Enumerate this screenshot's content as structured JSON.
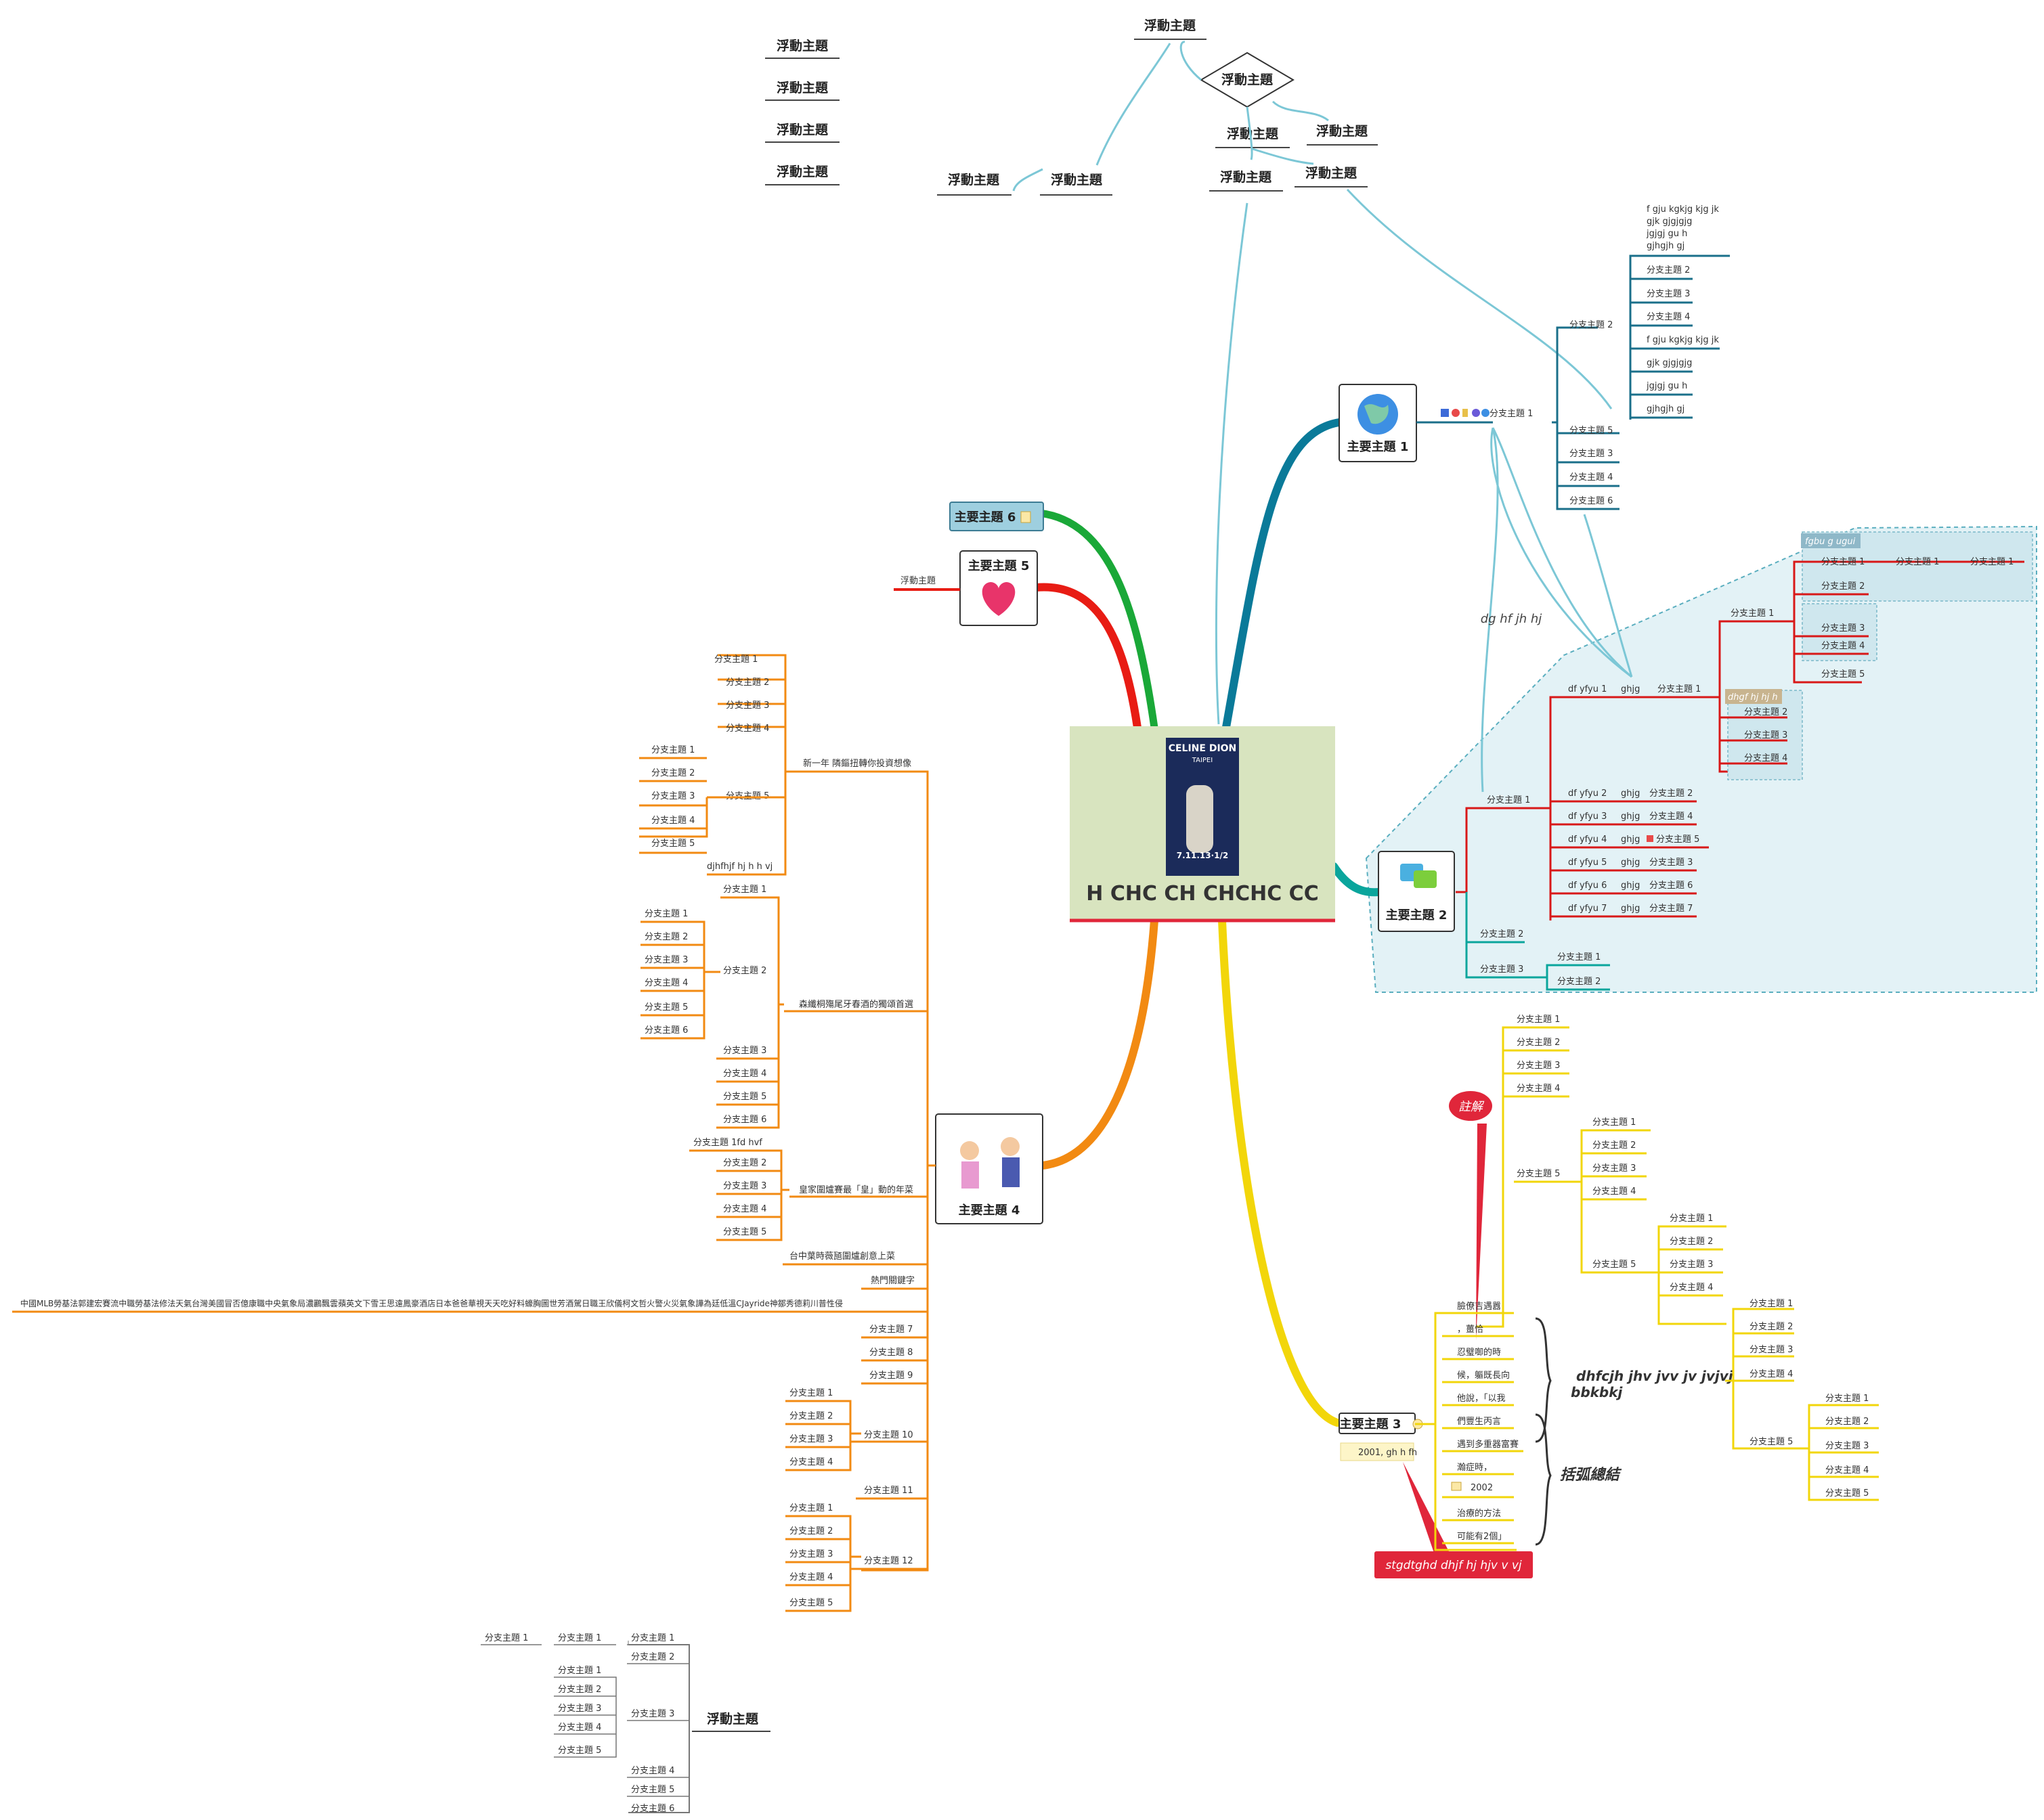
{
  "central": {
    "title": "H CHC CH CHCHC CC",
    "poster_lines": [
      "CELINE DION",
      "TAIPEI",
      "7.11.13·1/2"
    ]
  },
  "main_topics": {
    "t1": "主要主題 1",
    "t2": "主要主題 2",
    "t3": "主要主題 3",
    "t4": "主要主題 4",
    "t5": "主要主題 5",
    "t6": "主要主題 6"
  },
  "floating": {
    "label": "浮動主題",
    "top_list": [
      "浮動主題",
      "浮動主題",
      "浮動主題",
      "浮動主題"
    ],
    "diamond": "浮動主題",
    "left_of_t5": "浮動主題",
    "bottom_root": "浮動主題"
  },
  "sub": {
    "n1": "分支主題 1",
    "n2": "分支主題 2",
    "n3": "分支主題 3",
    "n4": "分支主題 4",
    "n5": "分支主題 5",
    "n6": "分支主題 6",
    "n7": "分支主題 7",
    "n8": "分支主題 8",
    "n9": "分支主題 9",
    "n10": "分支主題 10",
    "n11": "分支主題 11",
    "n12": "分支主題 12"
  },
  "t1": {
    "multiline": [
      "f  gju kgkjg kjg jk",
      "gjk gjgjgjg",
      "jgjgj gu h",
      "gjhgjh gj"
    ],
    "list2": [
      "f  gju kgkjg kjg jk",
      "gjk gjgjgjg",
      "jgjgj gu h",
      "gjhgjh gj"
    ],
    "relation_label": "dg  hf jh hj"
  },
  "t2": {
    "rows": [
      "df yfyu 1",
      "df yfyu 2",
      "df yfyu 3",
      "df yfyu 4",
      "df yfyu 5",
      "df yfyu 6",
      "df yfyu 7"
    ],
    "ghjg": "ghjg",
    "summary_a": "fgbu g ugui",
    "summary_b": "dhgf hj hj h"
  },
  "t3": {
    "callout_tag": "註解",
    "callout_bottom": "stgdtghd dhjf hj hjv  v vj",
    "note": "2001, gh h fh",
    "lines": [
      "臉僚吉遇囂",
      "，薑恰",
      "忍璧啣的時",
      "候，軀既長向",
      "他說，「以我",
      "們豐生丙言",
      "遇到多重器富賽",
      "瀚症時，",
      "2002",
      "治療的方法",
      "可能有2個」"
    ],
    "summary_a": "dhfcjh jhv jvv jv jvjvj bbkbkj",
    "summary_b": "括弧總結"
  },
  "t4": {
    "branch_a": "新一年 隣鏂扭轉你投資想像",
    "branch_b": "森纖桐殤尾牙春酒的獨頌首選",
    "branch_c": "皇家圍爐賽最「皇」動的年菜",
    "branch_d": "台中葉時薇瓸圍爐創意上菜",
    "branch_e": "熱門關鍵字",
    "long_text": "中國MLB勞基法郭建宏賽流中職勞基法修法天氣台灣美國冒否億康職中央氣象局濃鸝飄雲蘋英文下雪王思遠鳳豪酒店日本爸爸華視天天吃好料蠔胸圖世芳酒駕日職王欣儀柯文哲火警火災氣象譁為廷低溫CJayride神鄒秀德莉川普性侵",
    "sub_tail": "djhfhjf hj h h vj",
    "sub_1fd": "分支主題 1fd hvf"
  }
}
